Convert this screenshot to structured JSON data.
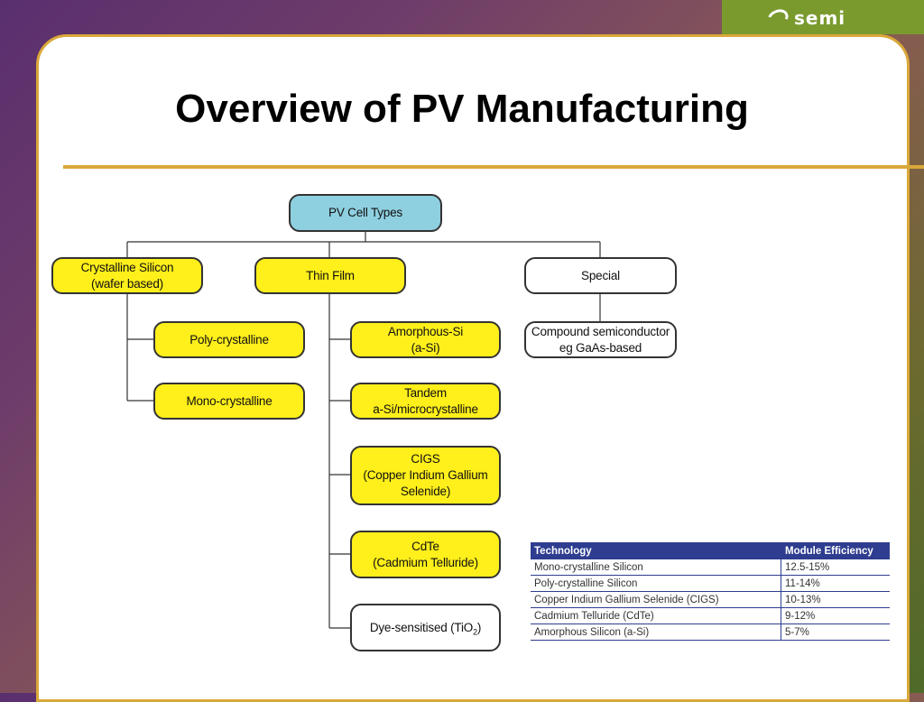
{
  "logo": {
    "text": "semi"
  },
  "slide": {
    "title": "Overview of PV Manufacturing"
  },
  "diagram": {
    "root": "PV Cell Types",
    "crystalline": "Crystalline Silicon\n(wafer based)",
    "thin_film": "Thin Film",
    "special": "Special",
    "poly": "Poly-crystalline",
    "mono": "Mono-crystalline",
    "amorphous": "Amorphous-Si\n(a-Si)",
    "tandem": "Tandem\na-Si/microcrystalline",
    "cigs": "CIGS\n(Copper Indium Gallium\nSelenide)",
    "cdte": "CdTe\n(Cadmium Telluride)",
    "dye_prefix": "Dye-sensitised (TiO",
    "dye_sub": "2",
    "dye_suffix": ")",
    "compound": "Compound semiconductor\neg GaAs-based"
  },
  "table": {
    "headers": [
      "Technology",
      "Module Efficiency"
    ],
    "rows": [
      [
        "Mono-crystalline Silicon",
        "12.5-15%"
      ],
      [
        "Poly-crystalline Silicon",
        "11-14%"
      ],
      [
        "Copper Indium Gallium Selenide (CIGS)",
        "10-13%"
      ],
      [
        "Cadmium Telluride (CdTe)",
        "9-12%"
      ],
      [
        "Amorphous Silicon (a-Si)",
        "5-7%"
      ]
    ]
  }
}
